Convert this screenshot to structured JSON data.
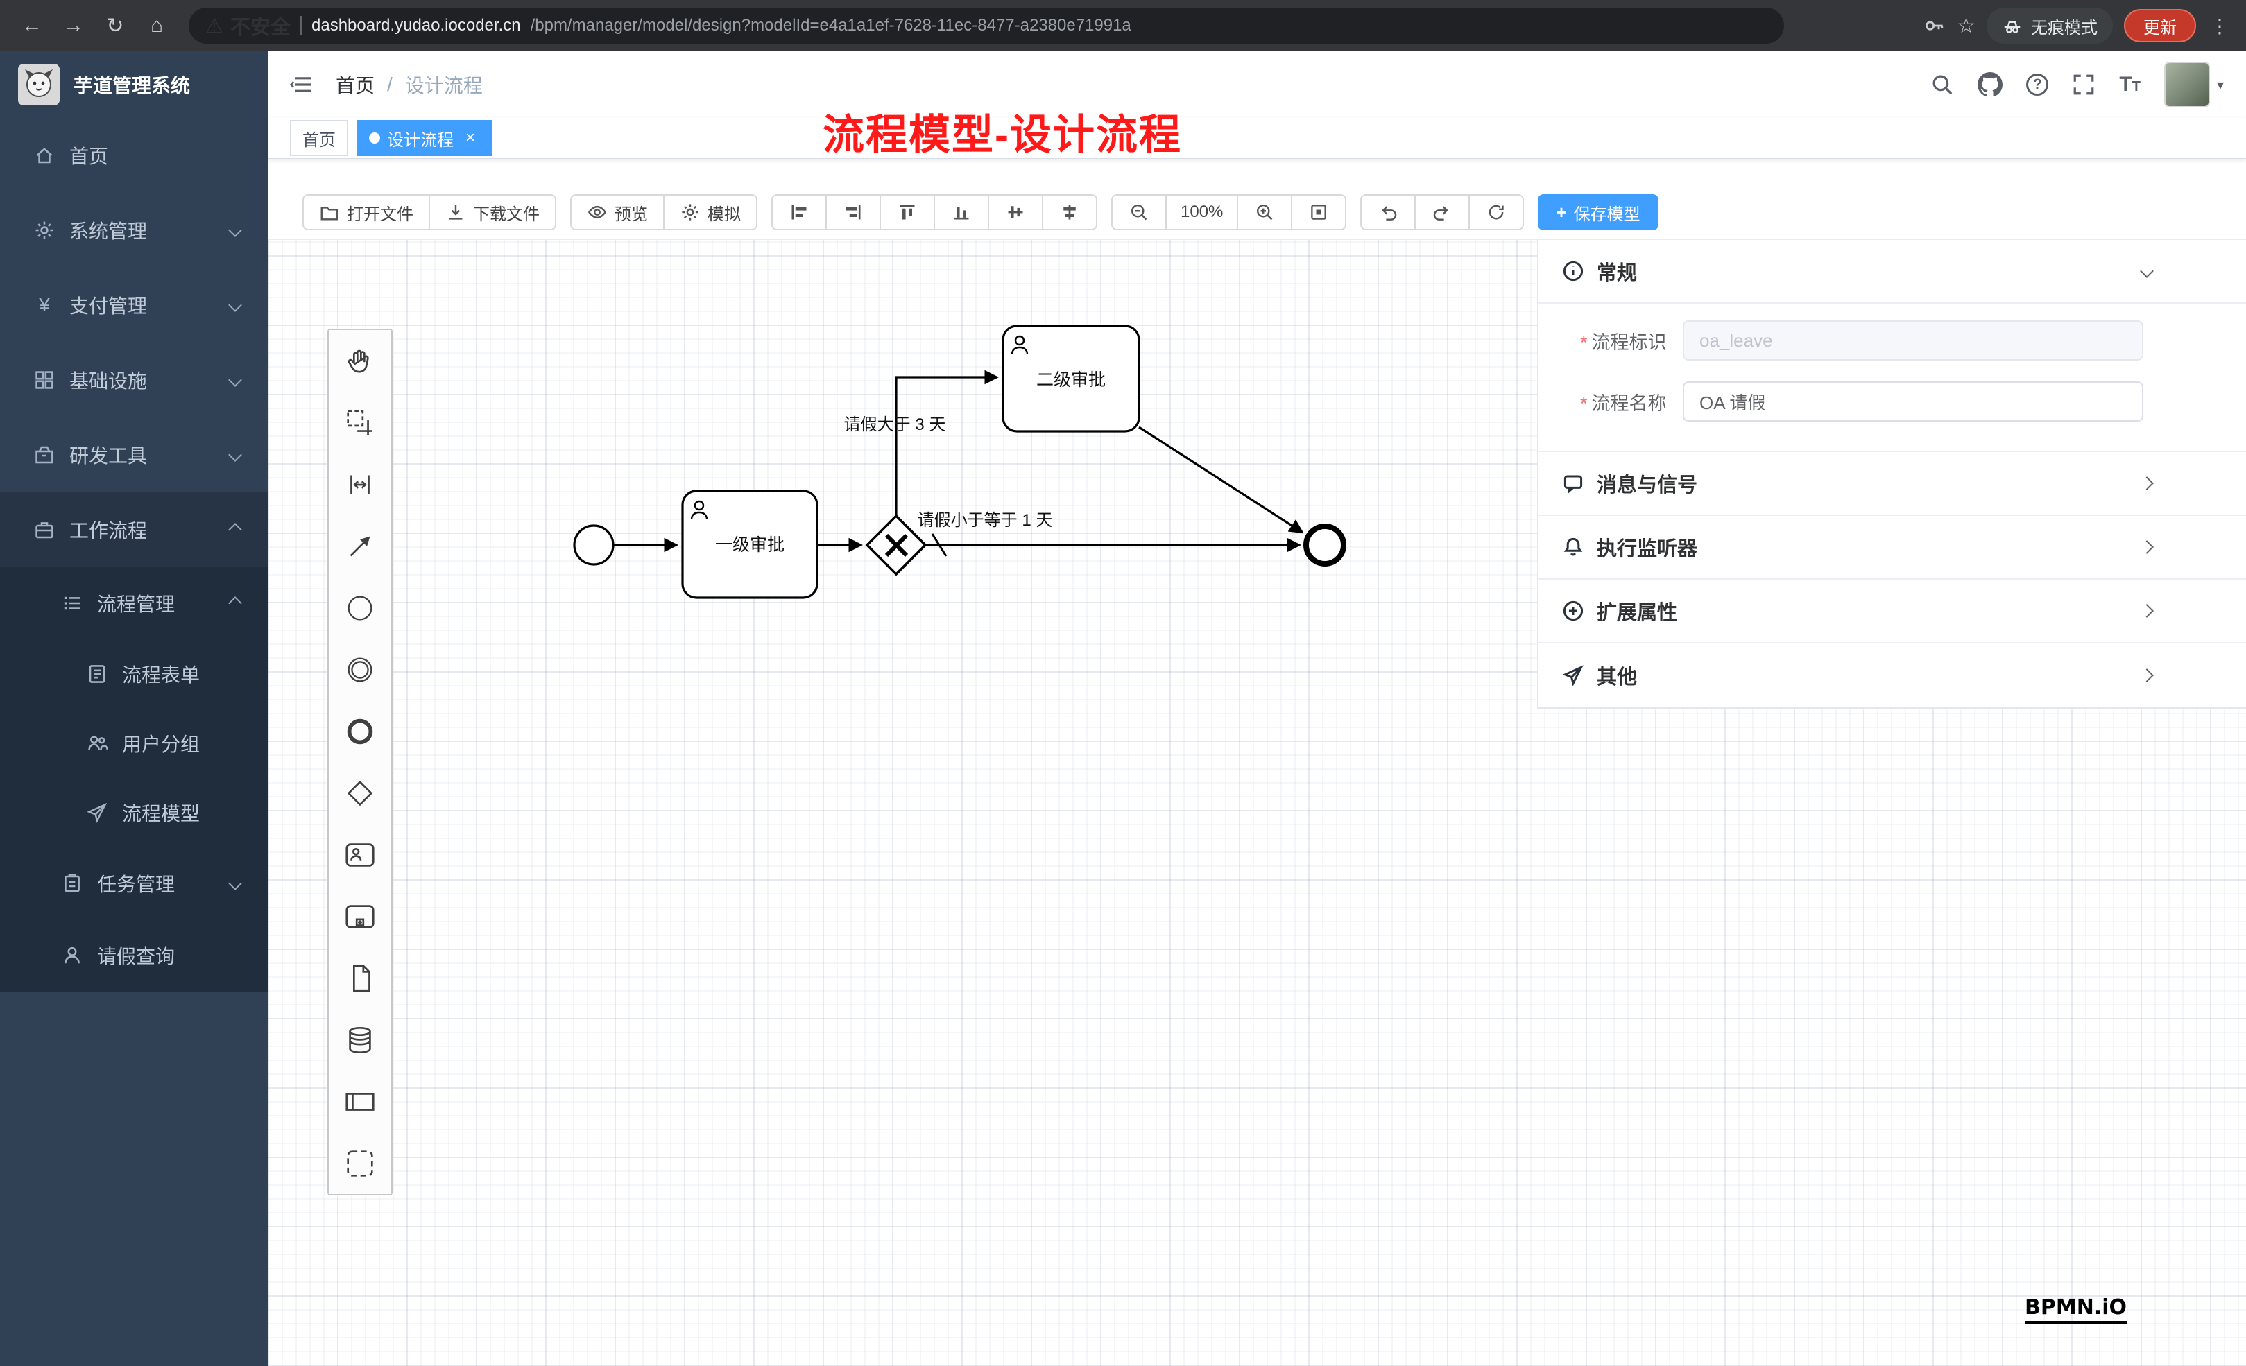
{
  "colors": {
    "accent": "#409eff",
    "annotation_red": "#ff1a1a",
    "sidebar_bg": "#304156",
    "sidebar_sub_bg": "#1f2d3d",
    "chrome_bg": "#35363a"
  },
  "browser": {
    "security_label": "不安全",
    "url_host": "dashboard.yudao.iocoder.cn",
    "url_path": "/bpm/manager/model/design?modelId=e4a1a1ef-7628-11ec-8477-a2380e71991a",
    "incognito_label": "无痕模式",
    "update_label": "更新"
  },
  "icons": {
    "back": "←",
    "forward": "→",
    "reload": "↻",
    "home": "⌂",
    "warning": "⚠",
    "star": "☆",
    "menu": "⋮",
    "question": "?",
    "close": "×",
    "caret": "▾",
    "font_big": "T",
    "font_small": "T",
    "yen": "¥",
    "plus": "+"
  },
  "sidebar": {
    "app_title": "芋道管理系统",
    "items": [
      {
        "label": "首页"
      },
      {
        "label": "系统管理"
      },
      {
        "label": "支付管理"
      },
      {
        "label": "基础设施"
      },
      {
        "label": "研发工具"
      },
      {
        "label": "工作流程"
      },
      {
        "label": "流程管理"
      },
      {
        "label": "流程表单"
      },
      {
        "label": "用户分组"
      },
      {
        "label": "流程模型"
      },
      {
        "label": "任务管理"
      },
      {
        "label": "请假查询"
      }
    ]
  },
  "header": {
    "breadcrumb_root": "首页",
    "breadcrumb_separator": "/",
    "breadcrumb_current": "设计流程",
    "annotation": "流程模型-设计流程"
  },
  "tabs": [
    {
      "label": "首页"
    },
    {
      "label": "设计流程"
    }
  ],
  "toolbar": {
    "open_file": "打开文件",
    "download_file": "下载文件",
    "preview": "预览",
    "simulate": "模拟",
    "zoom_level": "100%",
    "save_model": "保存模型"
  },
  "palette_tools": [
    "hand-tool",
    "lasso-tool",
    "space-tool",
    "global-connect-tool",
    "create-start-event",
    "create-intermediate-event",
    "create-end-event",
    "create-gateway",
    "create-user-task",
    "create-call-activity",
    "create-data-object",
    "create-data-store",
    "create-participant",
    "create-group"
  ],
  "diagram": {
    "task_level1": "一级审批",
    "task_level2": "二级审批",
    "condition_gt3": "请假大于 3 天",
    "condition_le1": "请假小于等于 1 天"
  },
  "panel": {
    "sections": [
      {
        "label": "常规"
      },
      {
        "label": "消息与信号"
      },
      {
        "label": "执行监听器"
      },
      {
        "label": "扩展属性"
      },
      {
        "label": "其他"
      }
    ],
    "fields": {
      "process_key_label": "流程标识",
      "process_key_placeholder": "oa_leave",
      "process_name_label": "流程名称",
      "process_name_value": "OA 请假"
    }
  },
  "watermark": "BPMN.iO"
}
